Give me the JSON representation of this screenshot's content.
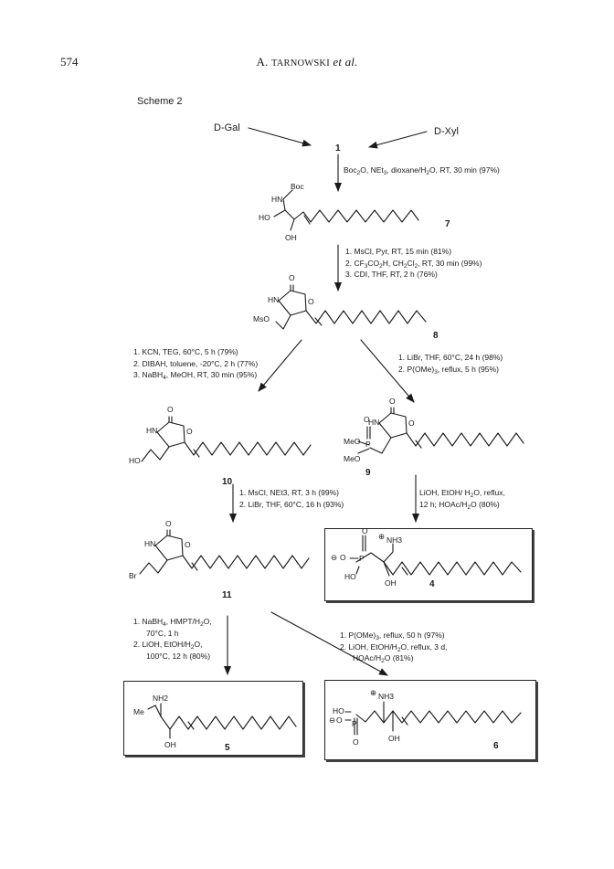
{
  "header": {
    "page_number": "574",
    "author_initial": "A. ",
    "author_surname": "Tarnowski",
    "et_al": "et al."
  },
  "scheme": {
    "title": "Scheme 2",
    "start_left": "D-Gal",
    "start_right": "D-Xyl"
  },
  "compounds": {
    "c1": "1",
    "c7": "7",
    "c8": "8",
    "c9": "9",
    "c10": "10",
    "c11": "11",
    "c4": "4",
    "c5": "5",
    "c6": "6"
  },
  "atoms": {
    "boc": "Boc",
    "hn": "HN",
    "ho": "HO",
    "oh": "OH",
    "o": "O",
    "mso": "MsO",
    "meo": "MeO",
    "p": "P",
    "br": "Br",
    "nh2": "NH2",
    "nh3": "NH3",
    "me": "Me",
    "plus": "⊕",
    "minus": "⊖"
  },
  "steps": {
    "s1": "Boc2O, NEt3, dioxane/H2O, RT, 30 min (97%)",
    "s2": [
      "1. MsCl, Pyr, RT, 15 min (81%)",
      "2. CF3CO2H, CH2Cl2, RT, 30 min (99%)",
      "3. CDI, THF, RT, 2 h (76%)"
    ],
    "s3": [
      "1. KCN, TEG, 60°C, 5 h (79%)",
      "2. DIBAH, toluene, -20°C, 2 h (77%)",
      "3. NaBH4, MeOH, RT, 30 min (95%)"
    ],
    "s4": [
      "1. LiBr, THF, 60°C, 24 h (98%)",
      "2. P(OMe)3, reflux, 5 h (95%)"
    ],
    "s5": [
      "1. MsCl, NEt3, RT, 3 h (99%)",
      "2. LiBr, THF, 60°C, 16 h (93%)"
    ],
    "s6": [
      "LiOH, EtOH/ H2O, reflux,",
      "12 h; HOAc/H2O (80%)"
    ],
    "s7": [
      "1. NaBH4, HMPT/H2O,",
      "70°C, 1 h",
      "2. LiOH, EtOH/H2O,",
      "100°C, 12 h (80%)"
    ],
    "s8": [
      "1. P(OMe)3, reflux, 50 h (97%)",
      "2. LiOH, EtOH/H2O, reflux, 3 d,",
      "HOAc/H2O (81%)"
    ]
  }
}
